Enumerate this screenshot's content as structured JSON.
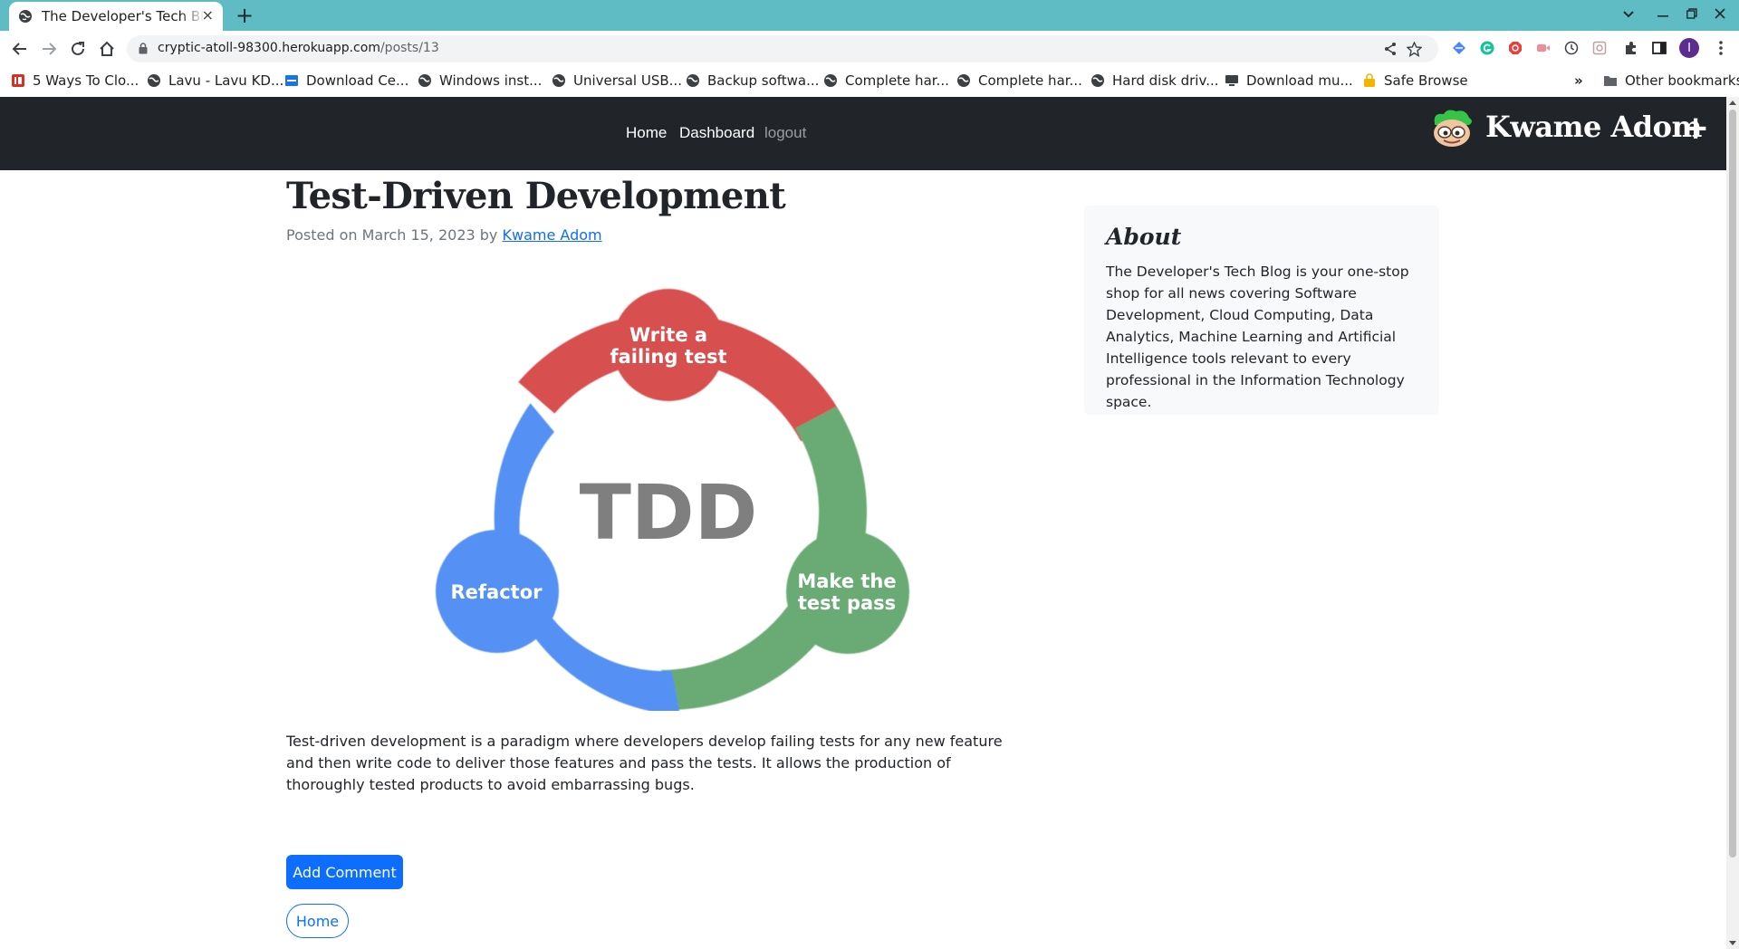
{
  "browser": {
    "tab_title": "The Developer's Tech Blog",
    "tab_close": "×",
    "new_tab": "+",
    "url_host": "cryptic-atoll-98300.herokuapp.com",
    "url_path": "/posts/13",
    "profile_initial": "I",
    "bookmarks": [
      {
        "label": "5 Ways To Clo...",
        "icon": "red-bookmark-icon",
        "color": "#d93025"
      },
      {
        "label": "Lavu - Lavu KD...",
        "icon": "globe-icon"
      },
      {
        "label": "Download Ce...",
        "icon": "blue-square-icon",
        "color": "#1a73e8"
      },
      {
        "label": "Windows inst...",
        "icon": "globe-icon"
      },
      {
        "label": "Universal USB...",
        "icon": "globe-icon"
      },
      {
        "label": "Backup softwa...",
        "icon": "globe-icon"
      },
      {
        "label": "Complete har...",
        "icon": "globe-icon"
      },
      {
        "label": "Complete har...",
        "icon": "globe-icon"
      },
      {
        "label": "Hard disk driv...",
        "icon": "globe-icon"
      },
      {
        "label": "Download mu...",
        "icon": "computer-icon"
      },
      {
        "label": "Safe Browse",
        "icon": "lock-bag-icon",
        "color": "#f4b400"
      }
    ],
    "overflow_chevron": "»",
    "other_bookmarks": "Other bookmarks"
  },
  "navbar": {
    "links": [
      {
        "label": "Home",
        "muted": false
      },
      {
        "label": "Dashboard",
        "muted": false
      },
      {
        "label": "logout",
        "muted": true
      }
    ],
    "brand": "Kwame Adom",
    "plus": "+",
    "background": "#212529"
  },
  "post": {
    "title": "Test-Driven Development",
    "meta_prefix": "Posted on March 15, 2023 by",
    "author": "Kwame Adom",
    "body": "Test-driven development is a paradigm where developers develop failing tests for any new feature and then write code to deliver those features and pass the tests. It allows the production of thoroughly tested products to avoid embarrassing bugs.",
    "image": {
      "center_text": "TDD",
      "stages": [
        {
          "label_line1": "Write a",
          "label_line2": "failing test",
          "color": "#d75050"
        },
        {
          "label_line1": "Make the",
          "label_line2": "test pass",
          "color": "#6aab74"
        },
        {
          "label_line1": "Refactor",
          "label_line2": "",
          "color": "#5591f5"
        }
      ]
    }
  },
  "buttons": {
    "add_comment": "Add Comment",
    "home": "Home",
    "primary_color": "#0d6efd"
  },
  "sidebar": {
    "about_title": "About",
    "about_text": "The Developer's Tech Blog is your one-stop shop for all news covering Software Development, Cloud Computing, Data Analytics, Machine Learning and Artificial Intelligence tools relevant to every professional in the Information Technology space."
  }
}
